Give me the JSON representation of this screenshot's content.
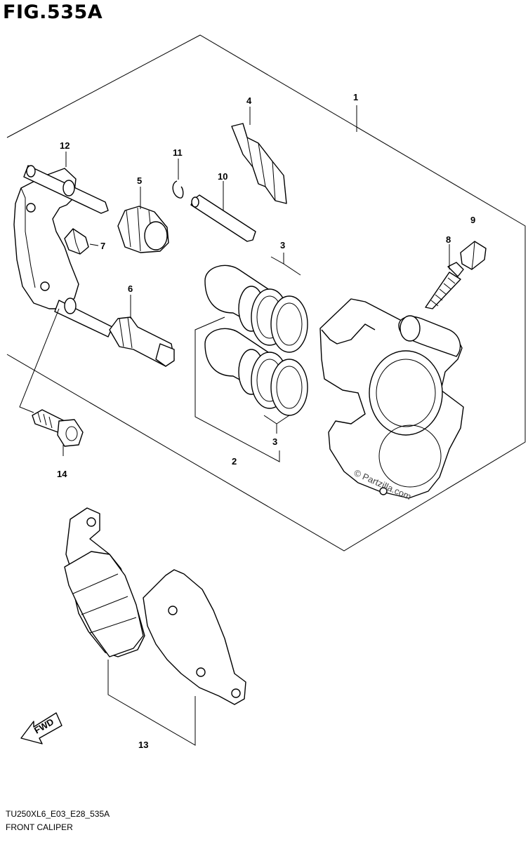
{
  "figure": {
    "title": "FIG.535A"
  },
  "callouts": [
    "1",
    "2",
    "3",
    "3",
    "4",
    "5",
    "6",
    "7",
    "8",
    "9",
    "10",
    "11",
    "12",
    "13",
    "14"
  ],
  "fwd_label": "FWD",
  "watermark": "© Partzilla.com",
  "footer": {
    "code": "TU250XL6_E03_E28_535A",
    "title": "FRONT CALIPER"
  }
}
